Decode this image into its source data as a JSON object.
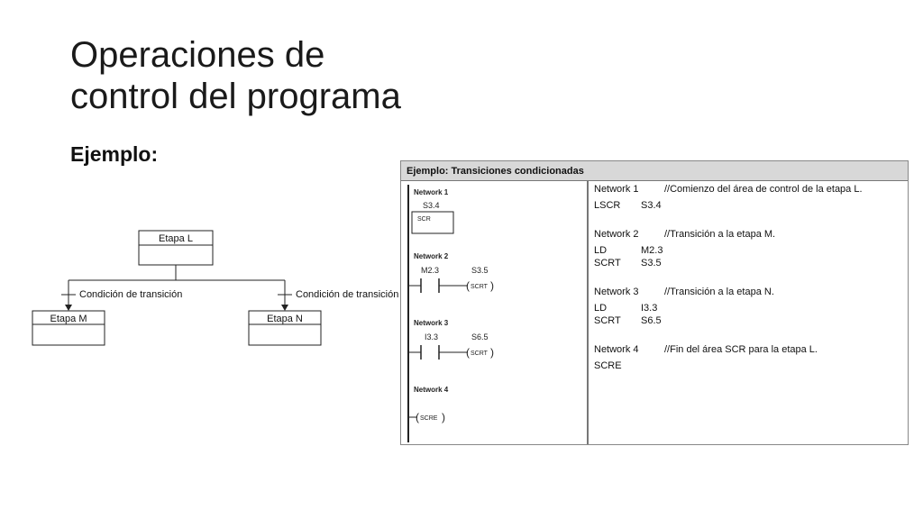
{
  "slide": {
    "title_line1": "Operaciones de",
    "title_line2": "control del programa",
    "subtitle": "Ejemplo:"
  },
  "diagram": {
    "top_box": "Etapa L",
    "left_box": "Etapa M",
    "right_box": "Etapa N",
    "transition_label": "Condición de transición"
  },
  "panel": {
    "header": "Ejemplo: Transiciones condicionadas",
    "ladder": {
      "network1": "Network 1",
      "n1_contact": "S3.4",
      "n1_box": "SCR",
      "network2": "Network 2",
      "n2_contact": "M2.3",
      "n2_coil_addr": "S3.5",
      "n2_coil": "SCRT",
      "network3": "Network 3",
      "n3_contact": "I3.3",
      "n3_coil_addr": "S6.5",
      "n3_coil": "SCRT",
      "network4": "Network 4",
      "n4_coil": "SCRE"
    },
    "stl": {
      "n1": {
        "name": "Network 1",
        "comment": "//Comienzo del área de control de la etapa L."
      },
      "n1_l1": {
        "op": "LSCR",
        "arg": "S3.4"
      },
      "n2": {
        "name": "Network 2",
        "comment": "//Transición a la etapa M."
      },
      "n2_l1": {
        "op": "LD",
        "arg": "M2.3"
      },
      "n2_l2": {
        "op": "SCRT",
        "arg": "S3.5"
      },
      "n3": {
        "name": "Network 3",
        "comment": "//Transición a la etapa N."
      },
      "n3_l1": {
        "op": "LD",
        "arg": "I3.3"
      },
      "n3_l2": {
        "op": "SCRT",
        "arg": "S6.5"
      },
      "n4": {
        "name": "Network 4",
        "comment": "//Fin del área SCR para la etapa L."
      },
      "n4_l1": {
        "op": "SCRE"
      }
    }
  }
}
